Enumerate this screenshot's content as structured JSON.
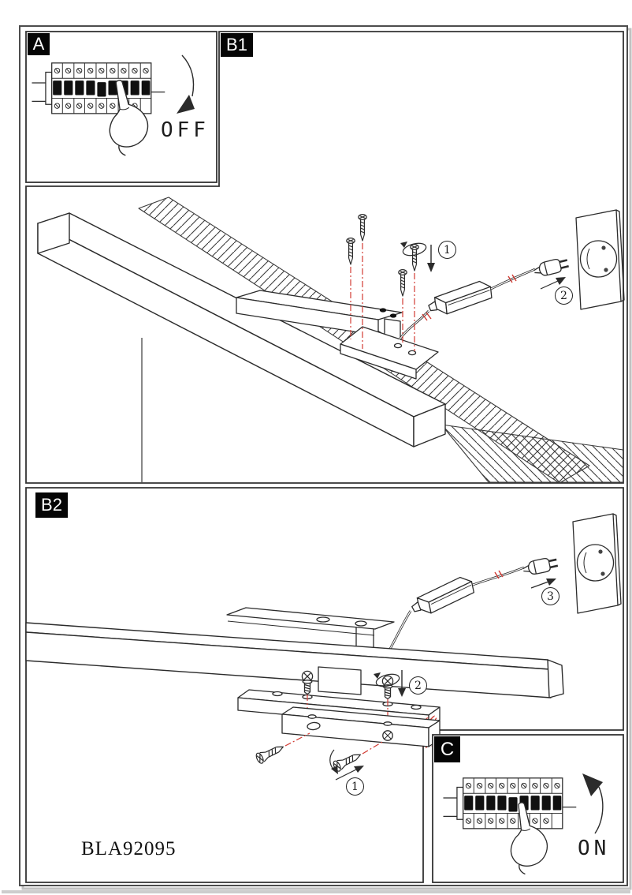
{
  "sheet": {
    "product_code": "BLA92095"
  },
  "colors": {
    "line": "#2b2b2b",
    "accent_red": "#d23b33",
    "label_background": "#050505",
    "label_text": "#ffffff",
    "paper": "#ffffff"
  },
  "panels": {
    "a": {
      "label": "A",
      "status_text": "OFF"
    },
    "b1": {
      "label": "B1",
      "steps": [
        "1",
        "2"
      ]
    },
    "b2": {
      "label": "B2",
      "steps": [
        "1",
        "2",
        "3"
      ]
    },
    "c": {
      "label": "C",
      "status_text": "ON"
    }
  }
}
